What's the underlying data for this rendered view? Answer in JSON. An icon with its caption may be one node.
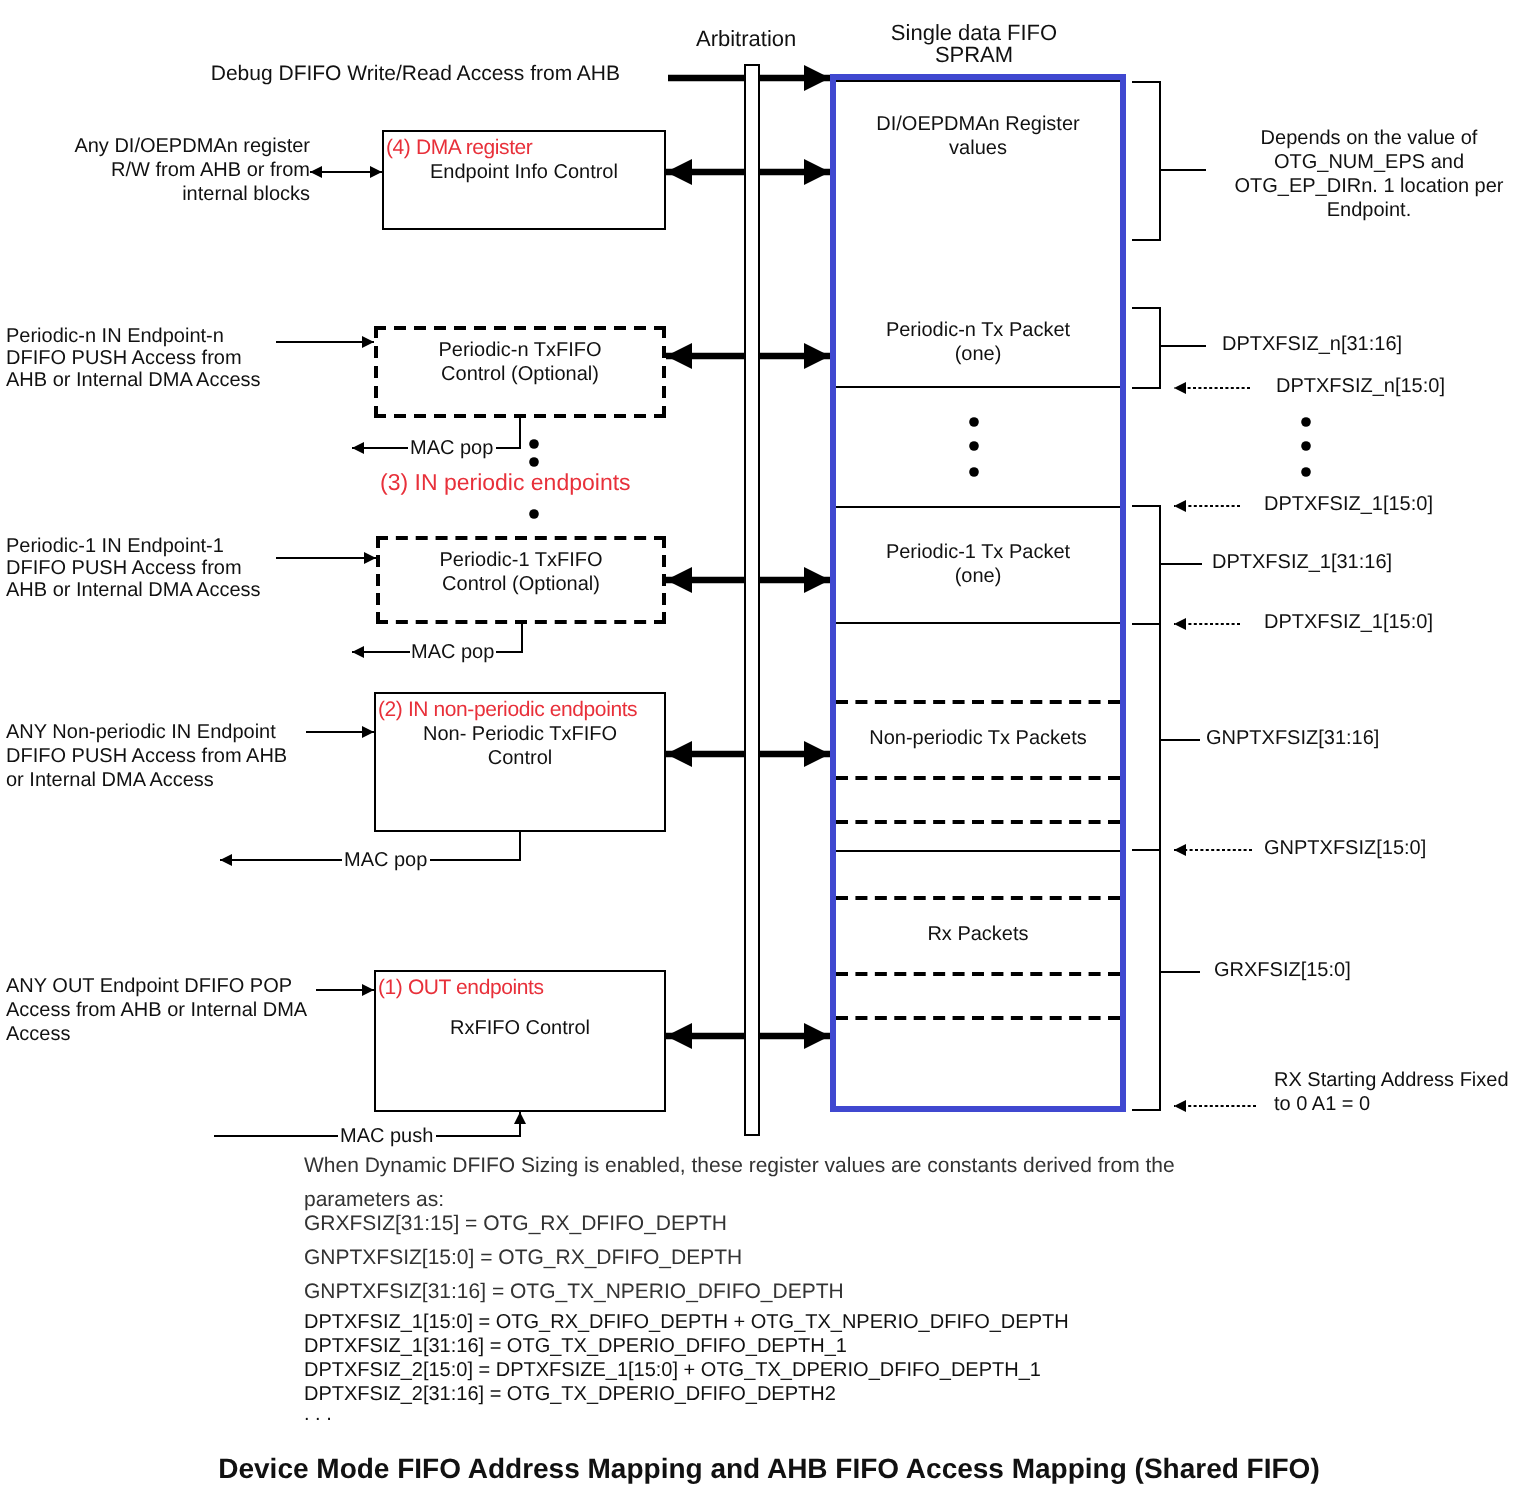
{
  "diagram": {
    "title": "Device Mode FIFO Address Mapping and AHB FIFO Access Mapping (Shared FIFO)",
    "nodes": [
      {
        "text": [
          "Debug DFIFO Write/Read Access from AHB"
        ]
      },
      {
        "text": [
          "Any DI/OEPDMAn register R/W from AHB or from internal blocks"
        ]
      },
      {
        "text": [
          "(4) DMA register",
          "Endpoint Info Control"
        ]
      },
      {
        "text": [
          "Periodic-n IN Endpoint-n DFIFO PUSH Access from AHB or Internal DMA Access"
        ]
      },
      {
        "text": [
          "Periodic-n TxFIFO Control (Optional)"
        ]
      },
      {
        "text": [
          "Periodic-1 IN Endpoint-1 DFIFO PUSH Access from AHB or Internal DMA Access"
        ]
      },
      {
        "text": [
          "Periodic-1 TxFIFO Control (Optional)"
        ]
      },
      {
        "text": [
          "ANY Non-periodic IN Endpoint DFIFO PUSH Access from AHB or Internal DMA Access"
        ]
      },
      {
        "text": [
          "(2) IN non-periodic endpoints",
          "Non- Periodic TxFIFO Control"
        ]
      },
      {
        "text": [
          "ANY OUT Endpoint DFIFO POP Access from AHB or Internal DMA Access"
        ]
      },
      {
        "text": [
          "(1) OUT endpoints",
          "RxFIFO Control"
        ]
      },
      {
        "text": [
          "Arbitration"
        ]
      },
      {
        "text": [
          "Single data FIFO SPRAM"
        ]
      },
      {
        "text": [
          "DI/OEPDMAn Register values"
        ],
        "in": 12
      },
      {
        "text": [
          "Periodic-n Tx Packet (one)"
        ],
        "in": 12
      },
      {
        "text": [
          "Periodic-1 Tx Packet (one)"
        ],
        "in": 12
      },
      {
        "text": [
          "Non-periodic Tx Packets"
        ],
        "in": 12
      },
      {
        "text": [
          "Rx Packets"
        ],
        "in": 12
      }
    ],
    "edges": [
      {
        "from": 0,
        "to": 12,
        "arrow": "to",
        "style": "thick"
      },
      {
        "from": 1,
        "to": 2,
        "arrow": "both"
      },
      {
        "from": 2,
        "to": 12,
        "arrow": "both",
        "style": "thick"
      },
      {
        "from": 3,
        "to": 4,
        "arrow": "to"
      },
      {
        "from": 4,
        "to": 12,
        "arrow": "both",
        "style": "thick"
      },
      {
        "from": 4,
        "to": null,
        "arrow": "to",
        "label": "MAC pop"
      },
      {
        "from": 5,
        "to": 6,
        "arrow": "to"
      },
      {
        "from": 6,
        "to": 12,
        "arrow": "both",
        "style": "thick"
      },
      {
        "from": 6,
        "to": null,
        "arrow": "to",
        "label": "MAC pop"
      },
      {
        "from": 7,
        "to": 8,
        "arrow": "to"
      },
      {
        "from": 8,
        "to": 12,
        "arrow": "both",
        "style": "thick"
      },
      {
        "from": 8,
        "to": null,
        "arrow": "to",
        "label": "MAC pop"
      },
      {
        "from": 9,
        "to": 10,
        "arrow": "to"
      },
      {
        "from": 10,
        "to": 12,
        "arrow": "both",
        "style": "thick"
      },
      {
        "from": null,
        "to": 10,
        "arrow": "to",
        "label": "MAC push"
      }
    ],
    "labels": [
      "(3) IN periodic endpoints",
      "Depends on the value of OTG_NUM_EPS and OTG_EP_DIRn. 1 location per Endpoint.",
      "DPTXFSIZ_n[31:16]",
      "DPTXFSIZ_n[15:0]",
      "DPTXFSIZ_1[15:0]",
      "DPTXFSIZ_1[31:16]",
      "DPTXFSIZ_1[15:0]",
      "GNPTXFSIZ[31:16]",
      "GNPTXFSIZ[15:0]",
      "GRXFSIZ[15:0]",
      "RX Starting Address Fixed to 0 A1 = 0",
      "When Dynamic DFIFO Sizing is enabled, these register values are constants derived from the parameters as:",
      "GRXFSIZ[31:15] = OTG_RX_DFIFO_DEPTH",
      "GNPTXFSIZ[15:0] = OTG_RX_DFIFO_DEPTH",
      "GNPTXFSIZ[31:16] = OTG_TX_NPERIO_DFIFO_DEPTH",
      "DPTXFSIZ_1[15:0] = OTG_RX_DFIFO_DEPTH + OTG_TX_NPERIO_DFIFO_DEPTH",
      "DPTXFSIZ_1[31:16] = OTG_TX_DPERIO_DFIFO_DEPTH_1",
      "DPTXFSIZ_2[15:0] = DPTXFSIZE_1[15:0] + OTG_TX_DPERIO_DFIFO_DEPTH_1",
      "DPTXFSIZ_2[31:16] = OTG_TX_DPERIO_DFIFO_DEPTH2",
      ". . ."
    ]
  }
}
